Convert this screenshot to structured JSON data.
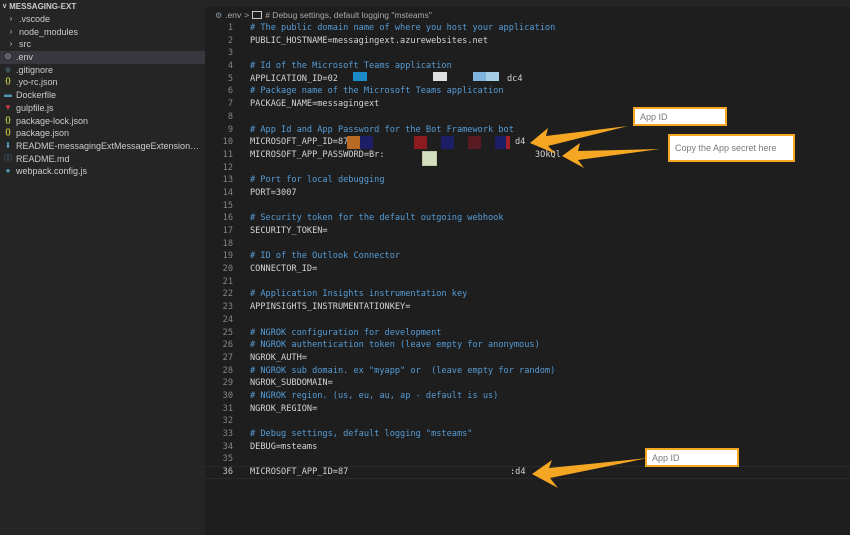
{
  "sidebar": {
    "title": "MESSAGING-EXT",
    "items": [
      {
        "label": ".vscode",
        "icon": "chevron-right",
        "type": "folder"
      },
      {
        "label": "node_modules",
        "icon": "chevron-right",
        "type": "folder"
      },
      {
        "label": "src",
        "icon": "chevron-right",
        "type": "folder"
      },
      {
        "label": ".env",
        "icon": "gear",
        "type": "file",
        "active": true
      },
      {
        "label": ".gitignore",
        "icon": "git",
        "type": "file"
      },
      {
        "label": ".yo-rc.json",
        "icon": "json-braces",
        "type": "file"
      },
      {
        "label": "Dockerfile",
        "icon": "docker-whale",
        "type": "file"
      },
      {
        "label": "gulpfile.js",
        "icon": "gulp-cup",
        "type": "file"
      },
      {
        "label": "package-lock.json",
        "icon": "json-braces",
        "type": "file"
      },
      {
        "label": "package.json",
        "icon": "json-braces",
        "type": "file"
      },
      {
        "label": "README-messagingExtMessageExtensionBot....",
        "icon": "markdown-arrow",
        "type": "file"
      },
      {
        "label": "README.md",
        "icon": "info",
        "type": "file"
      },
      {
        "label": "webpack.config.js",
        "icon": "webpack-cube",
        "type": "file"
      }
    ]
  },
  "editor": {
    "breadcrumb": {
      "file": ".env",
      "separator": ">",
      "symbol": "# Debug settings, default logging \"msteams\""
    },
    "lines": [
      {
        "n": "1",
        "text": "# The public domain name of where you host your application",
        "kind": "comment"
      },
      {
        "n": "2",
        "text": "PUBLIC_HOSTNAME=messagingext.azurewebsites.net",
        "kind": "plain"
      },
      {
        "n": "3",
        "text": "",
        "kind": "plain"
      },
      {
        "n": "4",
        "text": "# Id of the Microsoft Teams application",
        "kind": "comment"
      },
      {
        "n": "5",
        "text": "APPLICATION_ID=02",
        "tail": "dc4",
        "kind": "plain"
      },
      {
        "n": "6",
        "text": "# Package name of the Microsoft Teams application",
        "kind": "comment"
      },
      {
        "n": "7",
        "text": "PACKAGE_NAME=messagingext",
        "kind": "plain"
      },
      {
        "n": "8",
        "text": "",
        "kind": "plain"
      },
      {
        "n": "9",
        "text": "# App Id and App Password for the Bot Framework bot",
        "kind": "comment"
      },
      {
        "n": "10",
        "text": "MICROSOFT_APP_ID=87",
        "tail": "d4",
        "kind": "plain"
      },
      {
        "n": "11",
        "text": "MICROSOFT_APP_PASSWORD=Br:",
        "tail": "3OkQl",
        "kind": "plain"
      },
      {
        "n": "12",
        "text": "",
        "kind": "plain"
      },
      {
        "n": "13",
        "text": "# Port for local debugging",
        "kind": "comment"
      },
      {
        "n": "14",
        "text": "PORT=3007",
        "kind": "plain"
      },
      {
        "n": "15",
        "text": "",
        "kind": "plain"
      },
      {
        "n": "16",
        "text": "# Security token for the default outgoing webhook",
        "kind": "comment"
      },
      {
        "n": "17",
        "text": "SECURITY_TOKEN=",
        "kind": "plain"
      },
      {
        "n": "18",
        "text": "",
        "kind": "plain"
      },
      {
        "n": "19",
        "text": "# ID of the Outlook Connector",
        "kind": "comment"
      },
      {
        "n": "20",
        "text": "CONNECTOR_ID=",
        "kind": "plain"
      },
      {
        "n": "21",
        "text": "",
        "kind": "plain"
      },
      {
        "n": "22",
        "text": "# Application Insights instrumentation key",
        "kind": "comment"
      },
      {
        "n": "23",
        "text": "APPINSIGHTS_INSTRUMENTATIONKEY=",
        "kind": "plain"
      },
      {
        "n": "24",
        "text": "",
        "kind": "plain"
      },
      {
        "n": "25",
        "text": "# NGROK configuration for development",
        "kind": "comment"
      },
      {
        "n": "26",
        "text": "# NGROK authentication token (leave empty for anonymous)",
        "kind": "comment"
      },
      {
        "n": "27",
        "text": "NGROK_AUTH=",
        "kind": "plain"
      },
      {
        "n": "28",
        "text": "# NGROK sub domain. ex \"myapp\" or  (leave empty for random)",
        "kind": "comment"
      },
      {
        "n": "29",
        "text": "NGROK_SUBDOMAIN=",
        "kind": "plain"
      },
      {
        "n": "30",
        "text": "# NGROK region. (us, eu, au, ap - default is us)",
        "kind": "comment"
      },
      {
        "n": "31",
        "text": "NGROK_REGION=",
        "kind": "plain"
      },
      {
        "n": "32",
        "text": "",
        "kind": "plain"
      },
      {
        "n": "33",
        "text": "# Debug settings, default logging \"msteams\"",
        "kind": "comment"
      },
      {
        "n": "34",
        "text": "DEBUG=msteams",
        "kind": "plain"
      },
      {
        "n": "35",
        "text": "",
        "kind": "plain"
      },
      {
        "n": "36",
        "text": "MICROSOFT_APP_ID=87",
        "tail": ":d4",
        "kind": "plain",
        "current": true
      }
    ]
  },
  "annotations": {
    "app_id_top": "App ID",
    "app_secret": "Copy the App secret here",
    "app_id_bottom": "App ID",
    "accent_color": "#f5a623"
  },
  "colors": {
    "sidebar_bg": "#252526",
    "editor_bg": "#1e1e1e",
    "comment": "#569cd6",
    "text": "#d4d4d4",
    "line_number": "#858585"
  }
}
